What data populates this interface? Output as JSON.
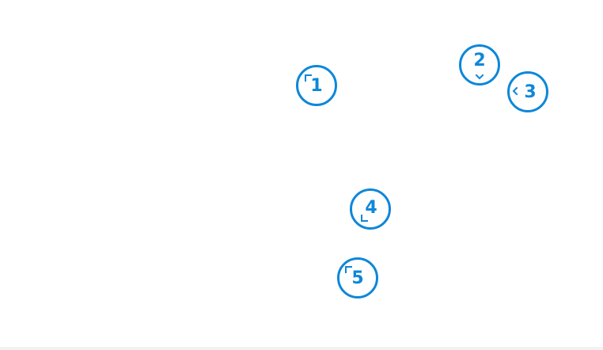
{
  "colors": {
    "background": "#ffffff",
    "accent": "#0e87d8",
    "bottom_band": "#f2f2f2"
  },
  "markers": [
    {
      "label": "1",
      "icon": "corner-top-left-icon"
    },
    {
      "label": "2",
      "icon": "chevron-down-icon"
    },
    {
      "label": "3",
      "icon": "chevron-left-icon"
    },
    {
      "label": "4",
      "icon": "corner-bottom-left-icon"
    },
    {
      "label": "5",
      "icon": "corner-top-left-icon"
    }
  ]
}
